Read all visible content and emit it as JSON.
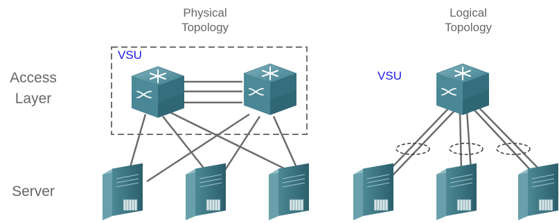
{
  "row_labels": {
    "access_layer": "Access\nLayer",
    "server": "Server"
  },
  "titles": {
    "physical": "Physical\nTopology",
    "logical": "Logical\nTopology"
  },
  "vsu_label": "VSU",
  "colors": {
    "vsu_text": "#1a1ae6",
    "link": "#6b6b6b",
    "dashed_box": "#707070"
  },
  "icons": [
    "network-switch-icon",
    "server-tower-icon"
  ]
}
